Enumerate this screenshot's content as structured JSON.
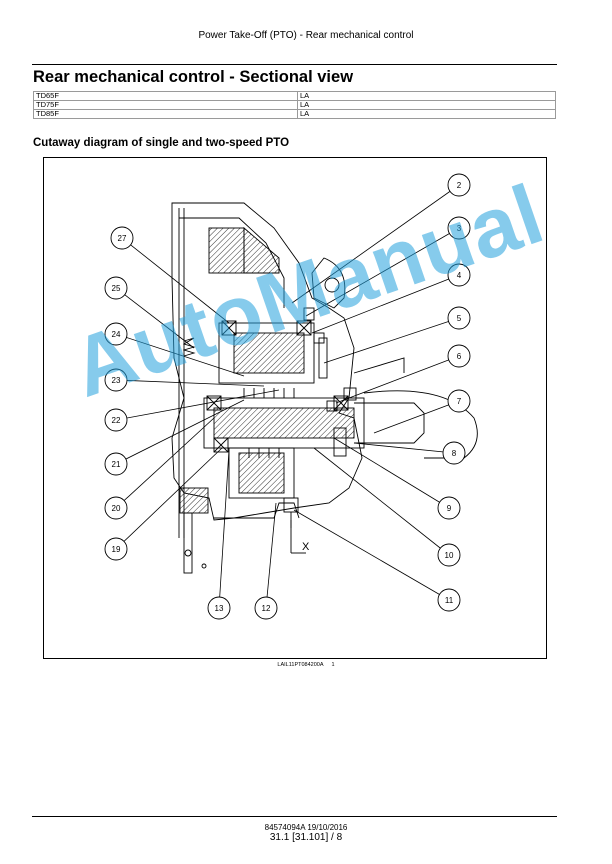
{
  "header": {
    "text": "Power Take-Off (PTO) - Rear mechanical control"
  },
  "title": "Rear mechanical control - Sectional view",
  "models": [
    {
      "model": "TD65F",
      "code": "LA"
    },
    {
      "model": "TD75F",
      "code": "LA"
    },
    {
      "model": "TD85F",
      "code": "LA"
    }
  ],
  "subtitle": "Cutaway diagram of single and two-speed PTO",
  "figure": {
    "callouts": [
      "2",
      "3",
      "4",
      "5",
      "6",
      "7",
      "8",
      "9",
      "10",
      "11",
      "12",
      "13",
      "19",
      "20",
      "21",
      "22",
      "23",
      "24",
      "25",
      "27"
    ],
    "section_label": "X",
    "code": "LAIL11PT084200A",
    "number": "1"
  },
  "watermark": "AutoManual",
  "footer": {
    "doc": "84574094A 19/10/2016",
    "page": "31.1 [31.101] / 8"
  },
  "colors": {
    "watermark": "#23a0dc",
    "rule": "#000000",
    "table_border": "#9a9a9a"
  }
}
